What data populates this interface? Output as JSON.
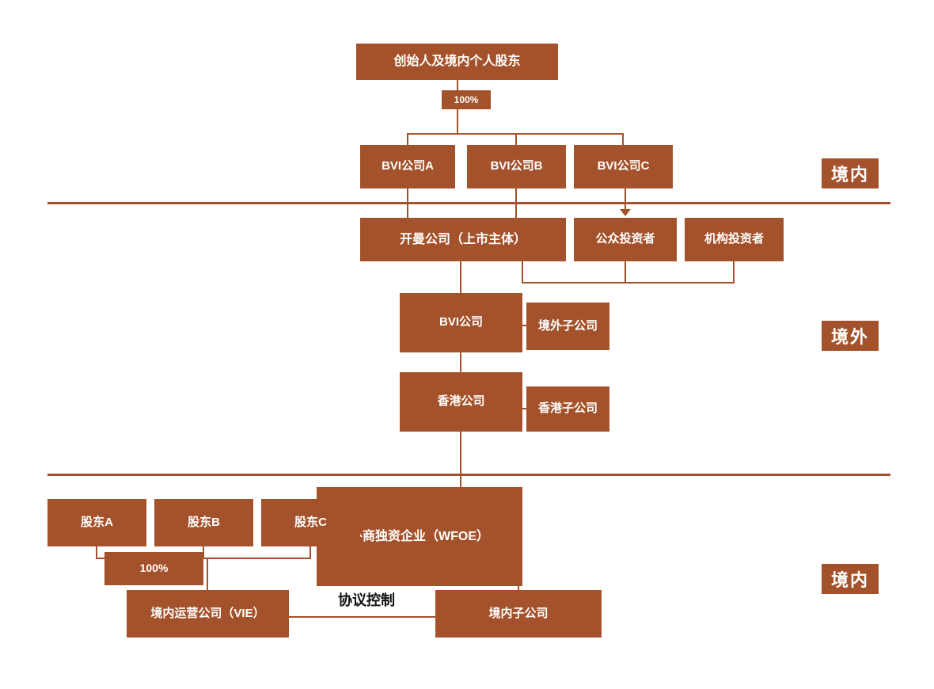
{
  "section_labels": {
    "top": "境内",
    "middle": "境外",
    "bottom": "境内"
  },
  "boxes": {
    "founders": {
      "label": "创始人及境内个人股东"
    },
    "pct_top": {
      "label": "100%"
    },
    "bvi_a": {
      "label": "BVI公司A"
    },
    "bvi_b": {
      "label": "BVI公司B"
    },
    "bvi_c": {
      "label": "BVI公司C"
    },
    "cayman": {
      "label": "开曼公司（上市主体）"
    },
    "public_investors": {
      "label": "公众投资者"
    },
    "institutional_investors": {
      "label": "机构投资者"
    },
    "bvi_holdco": {
      "label": "BVI公司"
    },
    "offshore_sub": {
      "label": "境外子公司"
    },
    "hk_company": {
      "label": "香港公司"
    },
    "hk_sub": {
      "label": "香港子公司"
    },
    "wfoe": {
      "label": "外商独资企业（WFOE）"
    },
    "domestic_sub": {
      "label": "境内子公司"
    },
    "holder_a": {
      "label": "股东A"
    },
    "holder_b": {
      "label": "股东B"
    },
    "holder_c": {
      "label": "股东C"
    },
    "pct_bottom": {
      "label": "100%"
    },
    "vie": {
      "label": "境内运营公司（VIE）"
    }
  },
  "annotations": {
    "agreement_control": "协议控制"
  },
  "colors": {
    "box": "#A4522B",
    "box_text": "#FFFFFF",
    "annotation_text": "#111111",
    "background": "#FFFFFF"
  }
}
